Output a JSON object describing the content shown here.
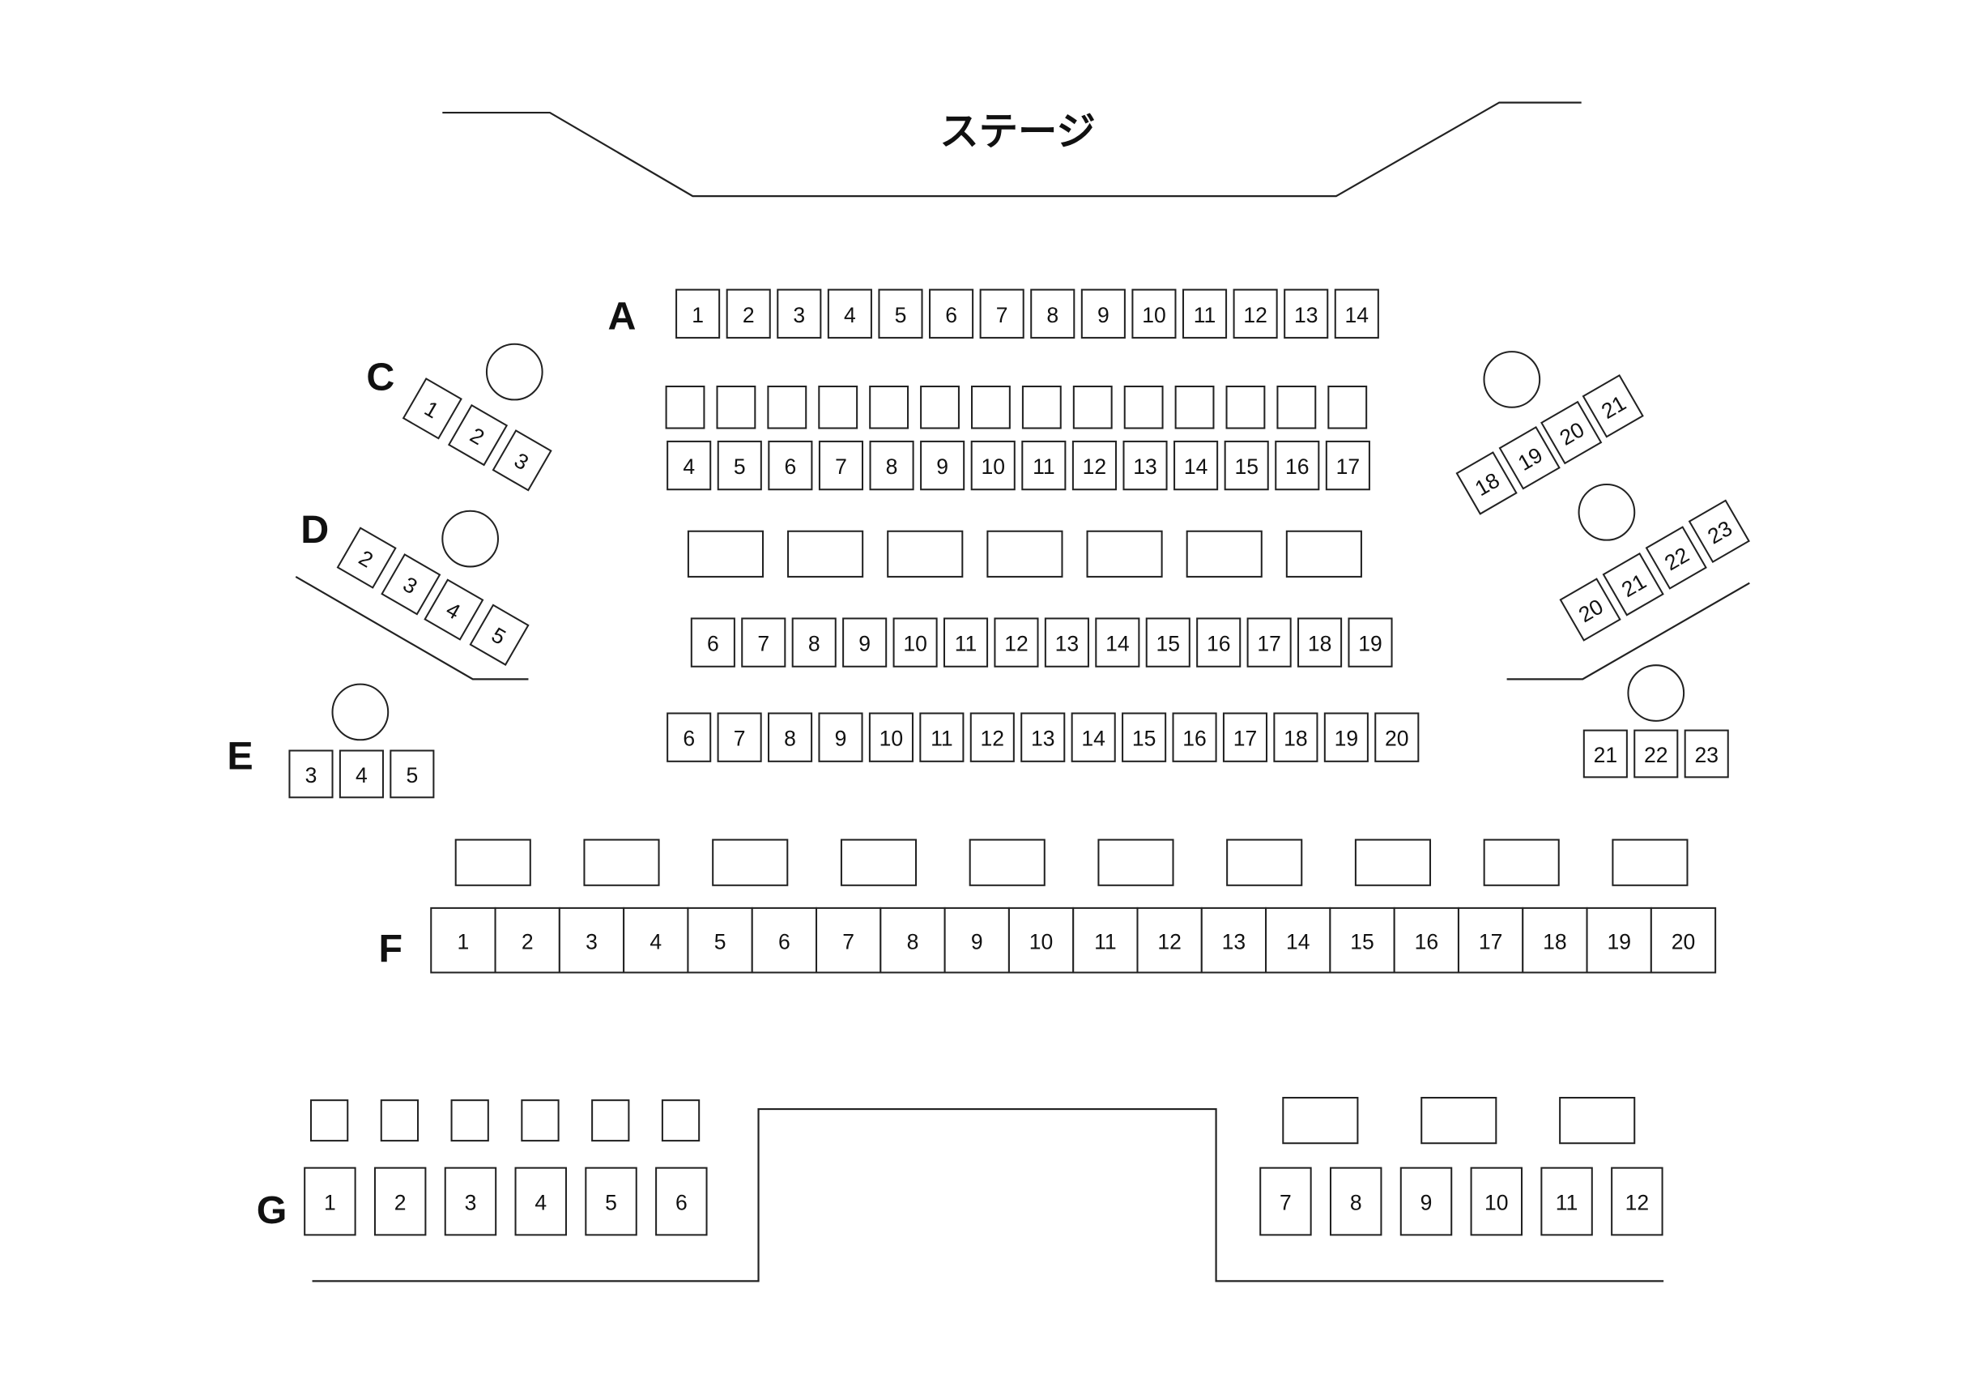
{
  "stage": {
    "label": "ステージ"
  },
  "row_letters": {
    "A": "A",
    "C": "C",
    "D": "D",
    "E": "E",
    "F": "F",
    "G": "G"
  },
  "rows": {
    "a1": [
      "1",
      "2",
      "3",
      "4",
      "5",
      "6",
      "7",
      "8",
      "9",
      "10",
      "11",
      "12",
      "13",
      "14"
    ],
    "a_blank": 14,
    "a3": [
      "4",
      "5",
      "6",
      "7",
      "8",
      "9",
      "10",
      "11",
      "12",
      "13",
      "14",
      "15",
      "16",
      "17"
    ],
    "tables_mid": 7,
    "a5": [
      "6",
      "7",
      "8",
      "9",
      "10",
      "11",
      "12",
      "13",
      "14",
      "15",
      "16",
      "17",
      "18",
      "19"
    ],
    "a6": [
      "6",
      "7",
      "8",
      "9",
      "10",
      "11",
      "12",
      "13",
      "14",
      "15",
      "16",
      "17",
      "18",
      "19",
      "20"
    ],
    "c": [
      "1",
      "2",
      "3"
    ],
    "d": [
      "2",
      "3",
      "4",
      "5"
    ],
    "e": [
      "3",
      "4",
      "5"
    ],
    "right_upper": [
      "18",
      "19",
      "20",
      "21"
    ],
    "right_lower": [
      "20",
      "21",
      "22",
      "23"
    ],
    "right_bottom": [
      "21",
      "22",
      "23"
    ],
    "f_tables": 10,
    "f": [
      "1",
      "2",
      "3",
      "4",
      "5",
      "6",
      "7",
      "8",
      "9",
      "10",
      "11",
      "12",
      "13",
      "14",
      "15",
      "16",
      "17",
      "18",
      "19",
      "20"
    ],
    "g_left": [
      "1",
      "2",
      "3",
      "4",
      "5",
      "6"
    ],
    "g_right": [
      "7",
      "8",
      "9",
      "10",
      "11",
      "12"
    ],
    "g_left_blank": 6,
    "g_right_tables": 3
  }
}
